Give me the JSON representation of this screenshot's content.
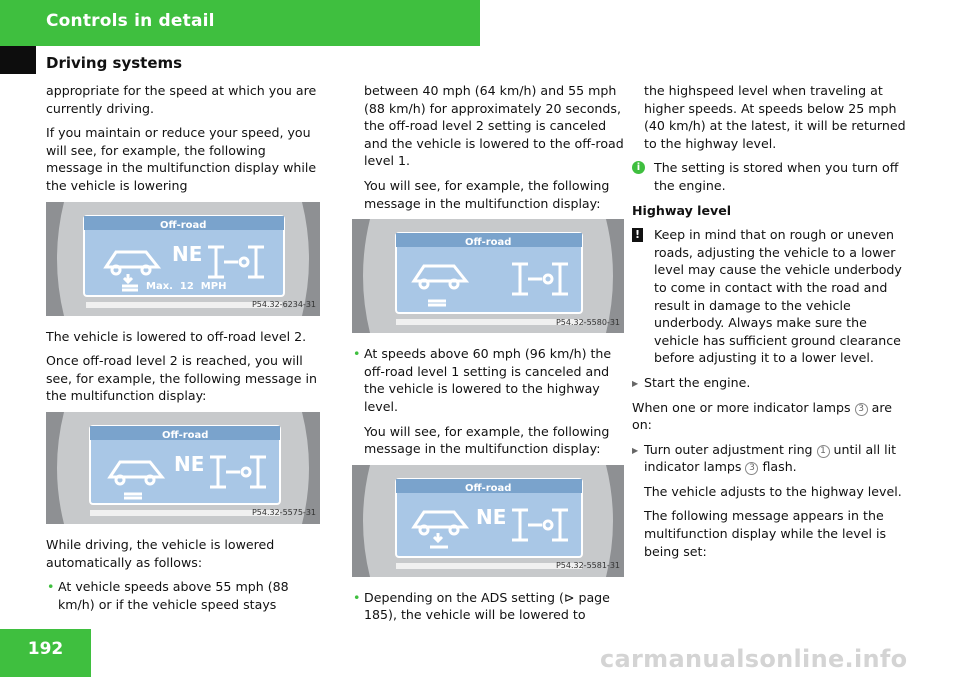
{
  "header": {
    "title": "Controls in detail",
    "subtitle": "Driving systems",
    "page": "192"
  },
  "col1": {
    "p1": "appropriate for the speed at which you are currently driving.",
    "p2": "If you maintain or reduce your speed, you will see, for example, the following message in the multifunction display while the vehicle is lowering",
    "img1": {
      "label": "Off-road",
      "ne": "NE",
      "speed": "Max.  12  MPH",
      "code": "P54.32-6234-31"
    },
    "p3": "The vehicle is lowered to off-road level 2.",
    "p4": "Once off-road level 2 is reached, you will see, for example, the following message in the multifunction display:",
    "img2": {
      "label": "Off-road",
      "ne": "NE",
      "code": "P54.32-5575-31"
    },
    "p5": "While driving, the vehicle is lowered automatically as follows:",
    "bullet1": "At vehicle speeds above 55 mph (88 km/h) or if the vehicle speed stays"
  },
  "col2": {
    "p1": "between 40 mph (64 km/h) and 55 mph (88 km/h) for approximately 20 seconds, the off-road level 2 setting is canceled and the vehicle is lowered to the off-road level 1.",
    "p2": "You will see, for example, the following message in the multifunction display:",
    "img3": {
      "label": "Off-road",
      "code": "P54.32-5580-31"
    },
    "bullet2": "At speeds above 60 mph (96 km/h) the off-road level 1 setting is canceled and the vehicle is lowered to the highway level.",
    "p3": "You will see, for example, the following message in the multifunction display:",
    "img4": {
      "label": "Off-road",
      "ne": "NE",
      "code": "P54.32-5581-31"
    },
    "bullet3_a": "Depending on the ADS setting (",
    "bullet3_ref": "⊳",
    "bullet3_b": " page 185), the vehicle will be lowered to"
  },
  "col3": {
    "p1": "the highspeed level when traveling at higher speeds. At speeds below 25 mph (40 km/h) at the latest, it will be returned to the highway level.",
    "info_icon": "i",
    "info": "The setting is stored when you turn off the engine.",
    "heading": "Highway level",
    "warn_icon": "!",
    "warn": "Keep in mind that on rough or uneven roads, adjusting the vehicle to a lower level may cause the vehicle underbody to come in contact with the road and result in damage to the vehicle underbody. Always make sure the vehicle has sufficient ground clearance before adjusting it to a lower level.",
    "step1": "Start the engine.",
    "p2_a": "When one or more indicator lamps ",
    "p2_b": " are on:",
    "step2_a": "Turn outer adjustment ring ",
    "step2_b": " until all lit indicator lamps ",
    "step2_c": " flash.",
    "p3": "The vehicle adjusts to the highway level.",
    "p4": "The following message appears in the multifunction display while the level is being set:",
    "num1": "1",
    "num3": "3"
  },
  "watermark": "carmanualsonline.info",
  "colors": {
    "accent": "#3fbf3f",
    "lcd": "#a9c7e6"
  }
}
